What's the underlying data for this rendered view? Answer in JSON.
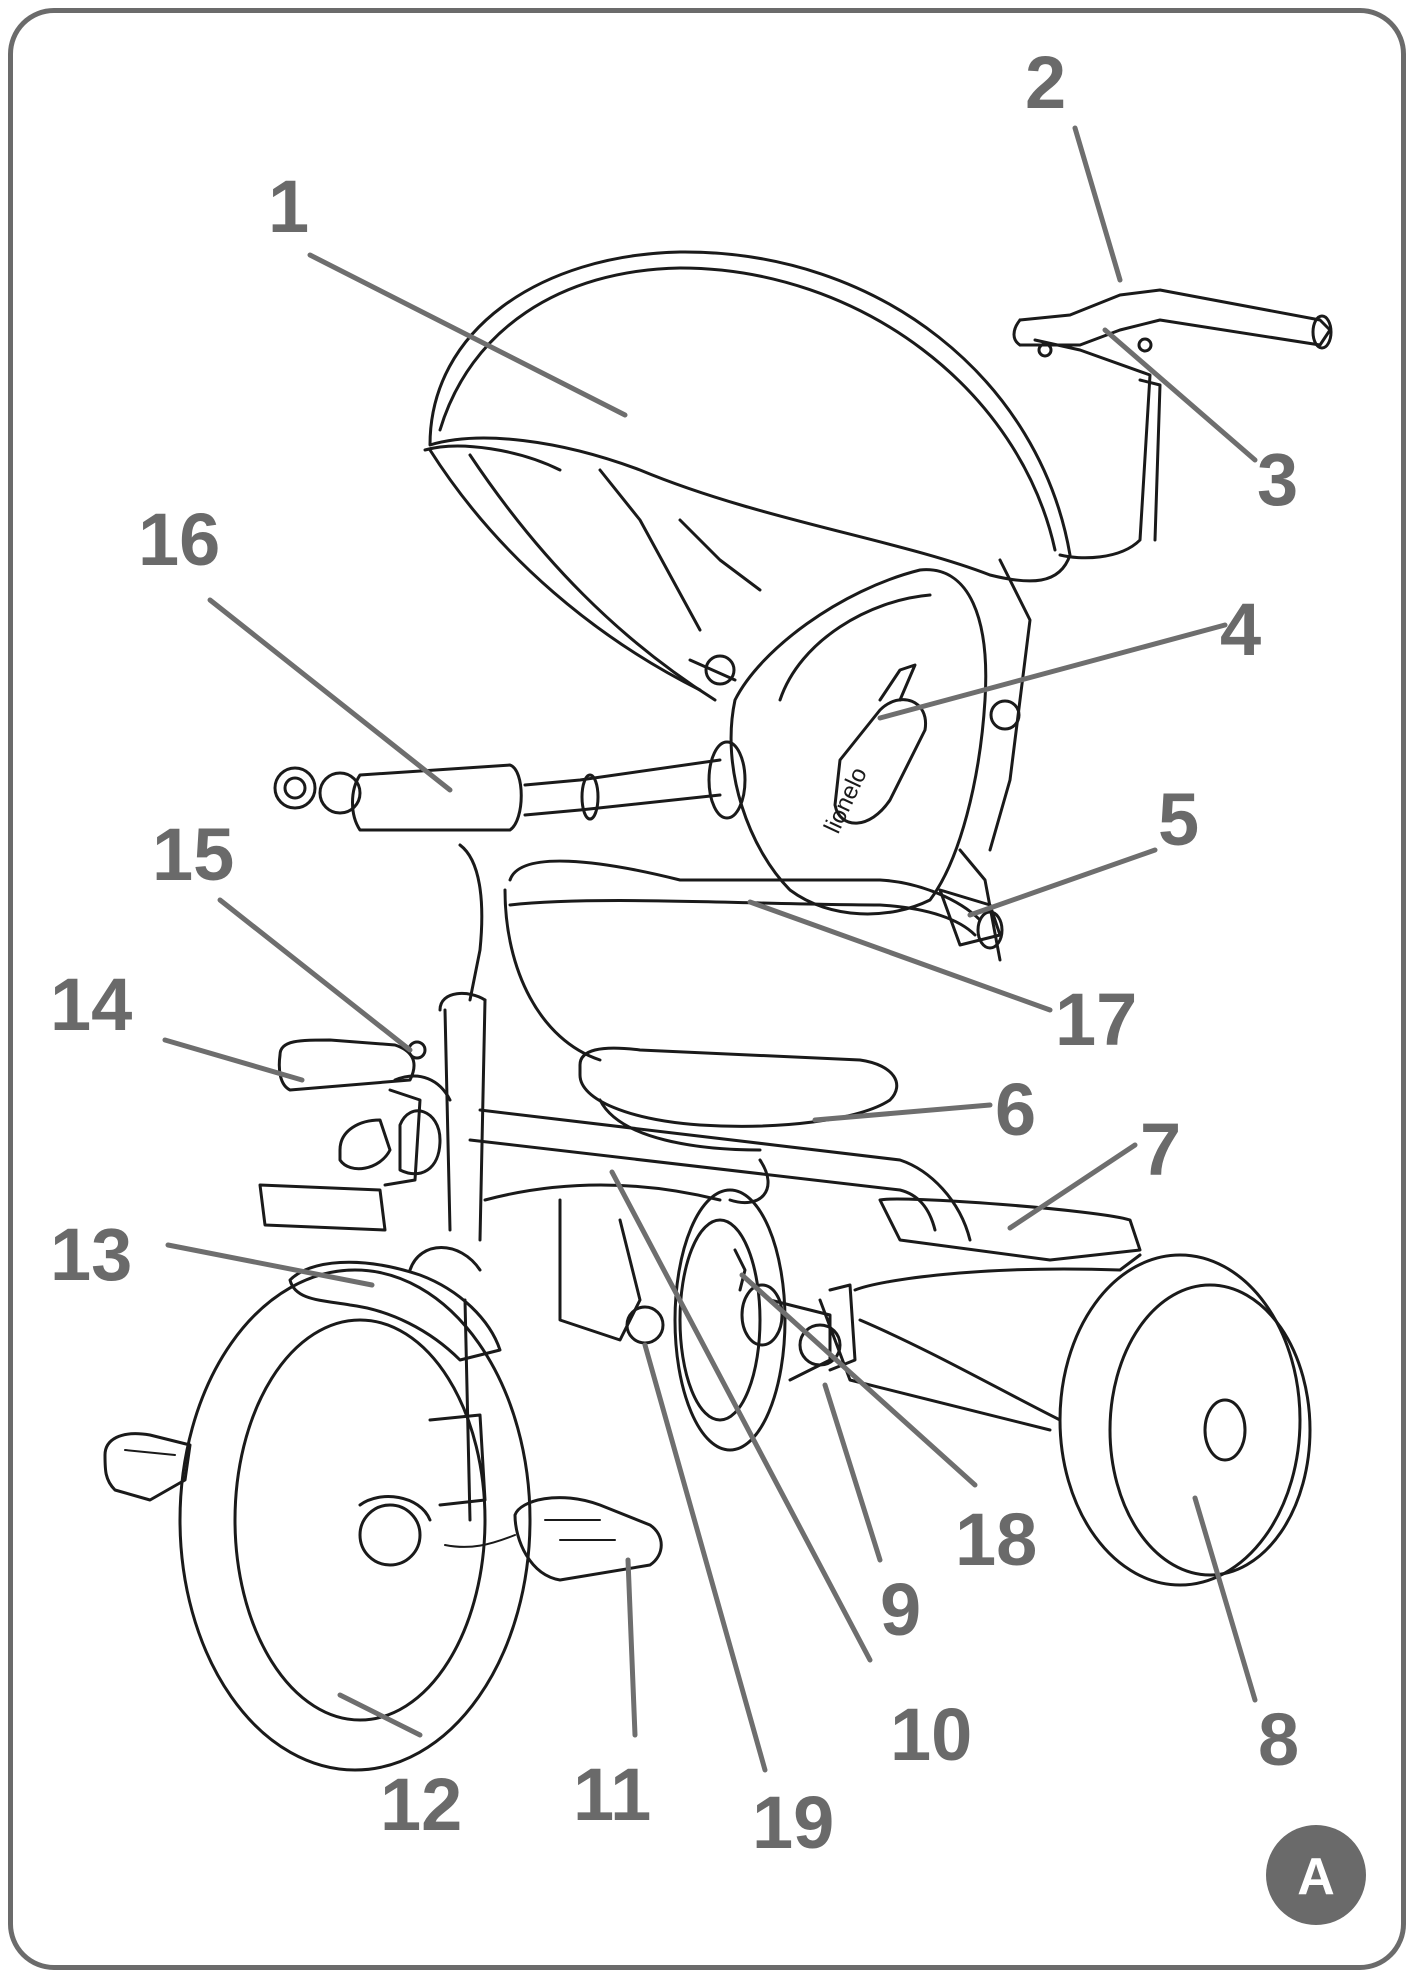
{
  "brand_text": "lionelo",
  "badge_label": "A",
  "colors": {
    "callout": "#6a6a6a",
    "line_art": "#1a1a1a",
    "frame": "#6b6b6b",
    "badge": "#6a6a6a"
  },
  "callouts": [
    {
      "id": "1",
      "label": "1"
    },
    {
      "id": "2",
      "label": "2"
    },
    {
      "id": "3",
      "label": "3"
    },
    {
      "id": "4",
      "label": "4"
    },
    {
      "id": "5",
      "label": "5"
    },
    {
      "id": "6",
      "label": "6"
    },
    {
      "id": "7",
      "label": "7"
    },
    {
      "id": "8",
      "label": "8"
    },
    {
      "id": "9",
      "label": "9"
    },
    {
      "id": "10",
      "label": "10"
    },
    {
      "id": "11",
      "label": "11"
    },
    {
      "id": "12",
      "label": "12"
    },
    {
      "id": "13",
      "label": "13"
    },
    {
      "id": "14",
      "label": "14"
    },
    {
      "id": "15",
      "label": "15"
    },
    {
      "id": "16",
      "label": "16"
    },
    {
      "id": "17",
      "label": "17"
    },
    {
      "id": "18",
      "label": "18"
    },
    {
      "id": "19",
      "label": "19"
    }
  ]
}
